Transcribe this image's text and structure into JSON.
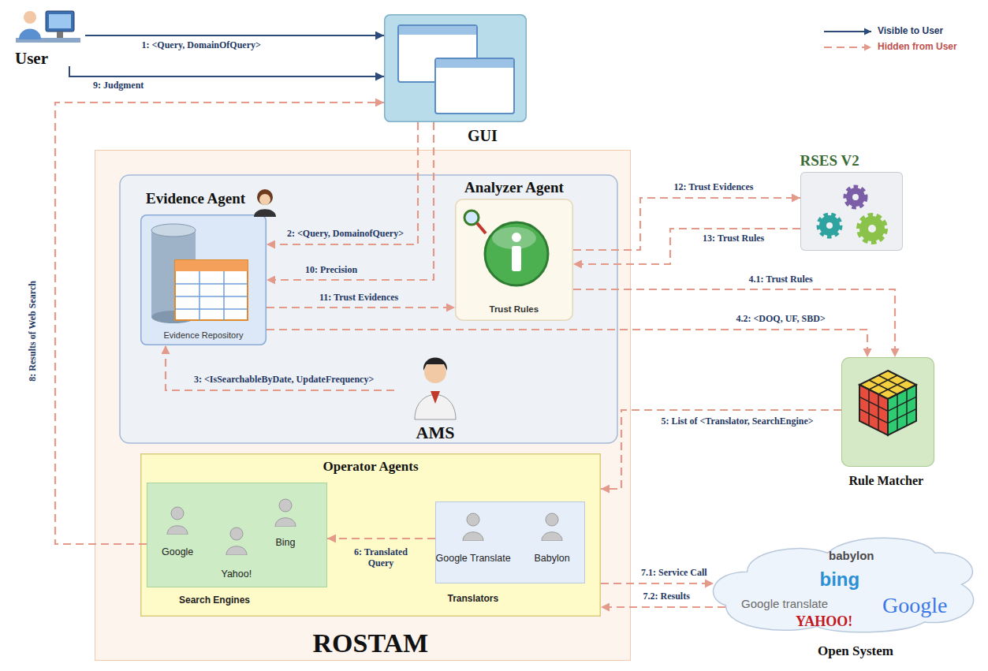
{
  "diagram": {
    "nodes": [
      {
        "text": [
          "User"
        ]
      },
      {
        "text": [
          "GUI"
        ]
      },
      {
        "text": [
          "ROSTAM"
        ]
      },
      {
        "text": [
          "Evidence Agent",
          "Evidence Repository"
        ],
        "in": 2
      },
      {
        "text": [
          "Analyzer Agent",
          "Trust Rules"
        ],
        "in": 2
      },
      {
        "text": [
          "AMS"
        ],
        "in": 2
      },
      {
        "text": [
          "Operator Agents"
        ],
        "in": 2
      },
      {
        "text": [
          "Search Engines"
        ],
        "in": 6
      },
      {
        "text": [
          "Google"
        ],
        "in": 7
      },
      {
        "text": [
          "Yahoo!"
        ],
        "in": 7
      },
      {
        "text": [
          "Bing"
        ],
        "in": 7
      },
      {
        "text": [
          "Translators"
        ],
        "in": 6
      },
      {
        "text": [
          "Google Translate"
        ],
        "in": 11
      },
      {
        "text": [
          "Babylon"
        ],
        "in": 11
      },
      {
        "text": [
          "RSES V2"
        ]
      },
      {
        "text": [
          "Rule Matcher"
        ]
      },
      {
        "text": [
          "Open System"
        ]
      }
    ],
    "edges": [
      {
        "from": 0,
        "to": 1,
        "arrow": "to",
        "label": "1: <Query, DomainOfQuery>"
      },
      {
        "from": 0,
        "to": 1,
        "arrow": "to",
        "label": "9: Judgment"
      },
      {
        "from": 7,
        "to": 1,
        "arrow": "to",
        "label": "8: Results of Web Search"
      },
      {
        "from": 1,
        "to": 3,
        "arrow": "to",
        "label": "2: <Query, DomainofQuery>"
      },
      {
        "from": 1,
        "to": 3,
        "arrow": "to",
        "label": "10: Precision"
      },
      {
        "from": 5,
        "to": 3,
        "arrow": "to",
        "label": "3: <IsSearchableByDate, UpdateFrequency>"
      },
      {
        "from": 3,
        "to": 4,
        "arrow": "to",
        "label": "11: Trust Evidences"
      },
      {
        "from": 4,
        "to": 14,
        "arrow": "to",
        "label": "12: Trust Evidences"
      },
      {
        "from": 14,
        "to": 4,
        "arrow": "to",
        "label": "13: Trust Rules"
      },
      {
        "from": 4,
        "to": 15,
        "arrow": "to",
        "label": "4.1: Trust Rules"
      },
      {
        "from": 3,
        "to": 15,
        "arrow": "to",
        "label": "4.2: <DOQ, UF, SBD>"
      },
      {
        "from": 15,
        "to": 6,
        "arrow": "to",
        "label": "5: List of <Translator, SearchEngine>"
      },
      {
        "from": 11,
        "to": 7,
        "arrow": "to",
        "label": "6: Translated Query"
      },
      {
        "from": 6,
        "to": 16,
        "arrow": "to",
        "label": "7.1: Service Call"
      },
      {
        "from": 16,
        "to": 6,
        "arrow": "to",
        "label": "7.2: Results"
      }
    ],
    "labels": [
      "babylon",
      "bing",
      "Google translate",
      "Google",
      "YAHOO!"
    ],
    "legend": [
      {
        "text": "Visible to User"
      },
      {
        "text": "Hidden from User"
      }
    ]
  }
}
